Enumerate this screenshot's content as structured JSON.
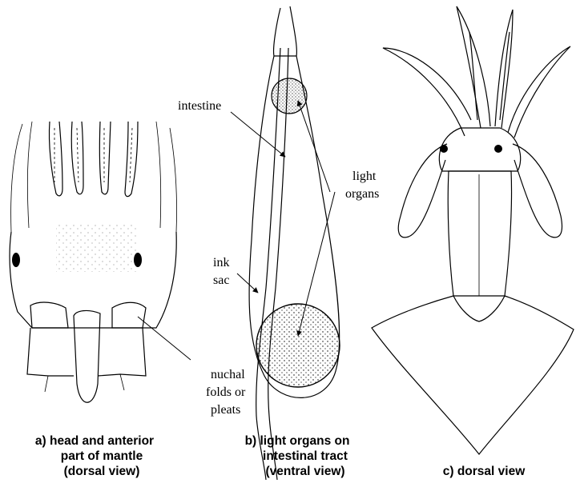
{
  "labels": {
    "intestine": "intestine",
    "light_organs_1": "light",
    "light_organs_2": "organs",
    "ink_sac_1": "ink",
    "ink_sac_2": "sac",
    "nuchal_1": "nuchal",
    "nuchal_2": "folds or",
    "nuchal_3": "pleats"
  },
  "captions": {
    "a_line1": "a)  head and anterior",
    "a_line2": "part of mantle",
    "a_line3": "(dorsal view)",
    "b_line1": "b)  light organs on",
    "b_line2": "intestinal tract",
    "b_line3": "(ventral view)",
    "c_line1": "c)  dorsal view"
  },
  "colors": {
    "ink": "#000000",
    "background": "#ffffff"
  }
}
